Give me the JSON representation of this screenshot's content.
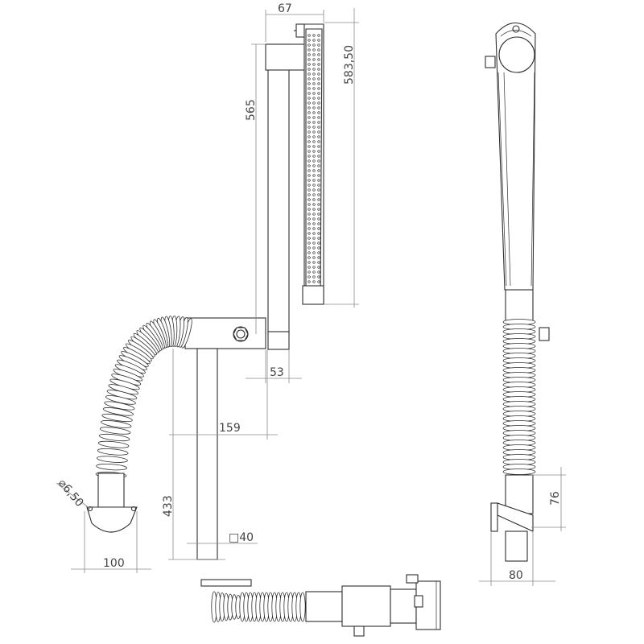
{
  "dimensions": {
    "top_width": "67",
    "arm_height": "565",
    "hood_height": "583,50",
    "offset": "53",
    "arm_reach": "159",
    "mount_height": "433",
    "tube_section": "□40",
    "flange_width": "100",
    "hole_diameter": "⌀6,50",
    "side_height": "76",
    "side_width": "80"
  },
  "colors": {
    "line": "#2e2e2e",
    "dimension_line": "#8a8a8a",
    "dimension_text": "#444444",
    "background": "#ffffff"
  }
}
